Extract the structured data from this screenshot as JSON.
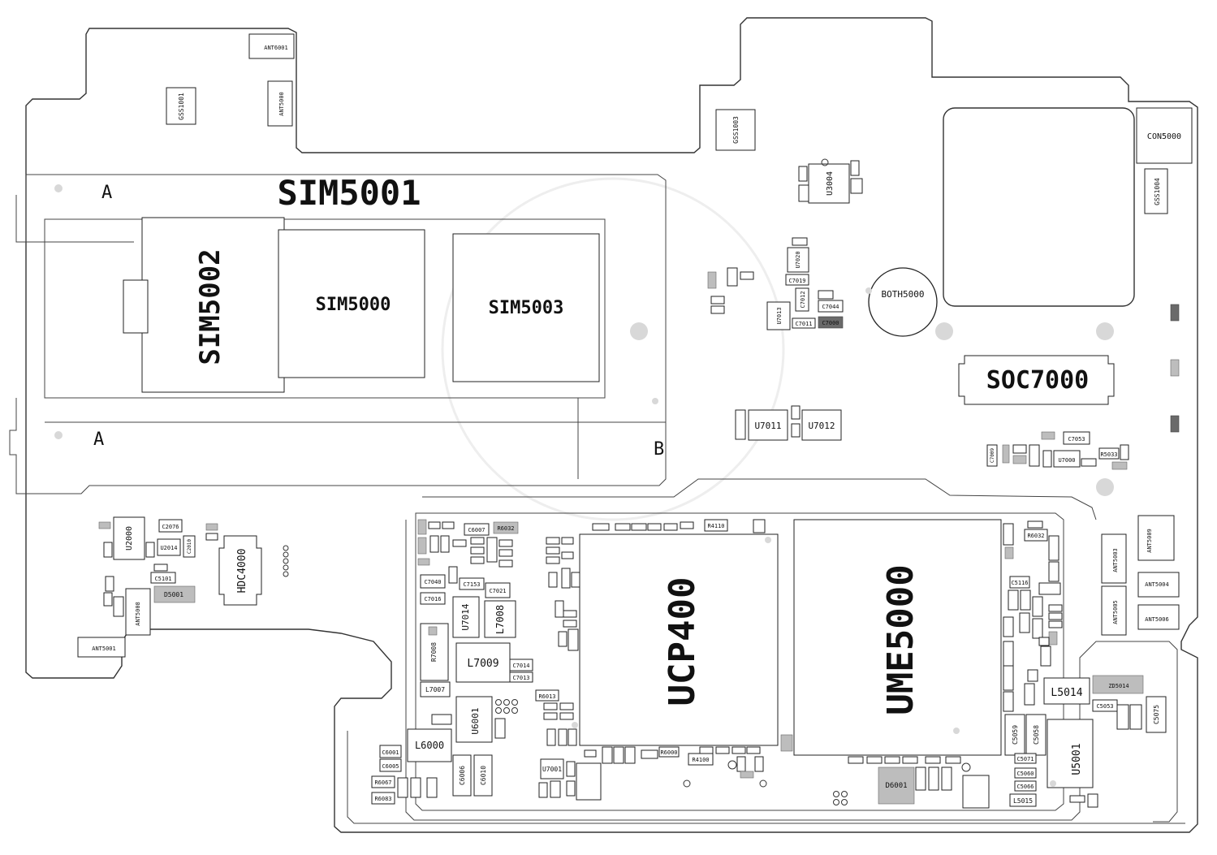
{
  "sim": {
    "main": "SIM5001",
    "sub": [
      "SIM5002",
      "SIM5000",
      "SIM5003"
    ],
    "markers": [
      "A",
      "A",
      "B"
    ]
  },
  "connectors": [
    "SOC7000",
    "CON5000",
    "BOTH5000",
    "HDC4000"
  ],
  "chips": {
    "ucp": "UCP400",
    "ume": "UME5000"
  },
  "antennas": [
    "ANT6001",
    "ANT5000",
    "ANT5001",
    "ANT5003",
    "ANT5004",
    "ANT5005",
    "ANT5006",
    "ANT5008",
    "ANT5009"
  ],
  "gss": [
    "GSS1001",
    "GSS1003",
    "GSS1004"
  ],
  "parts": {
    "U3004": "U3004",
    "U7011": "U7011",
    "U7012": "U7012",
    "U2000": "U2000",
    "U2014": "U2014",
    "D5001": "D5001",
    "C2076": "C2076",
    "C2010": "C2010",
    "C5101": "C5101",
    "U7014": "U7014",
    "L7008": "L7008",
    "L7009": "L7009",
    "L7007": "L7007",
    "R7008": "R7008",
    "C7040": "C7040",
    "C7016": "C7016",
    "C7153": "C7153",
    "C7021": "C7021",
    "C6007": "C6007",
    "C7014": "C7014",
    "C7013": "C7013",
    "U6001": "U6001",
    "L6000": "L6000",
    "C6001": "C6001",
    "C6005": "C6005",
    "C6006": "C6006",
    "C6010": "C6010",
    "R6067": "R6067",
    "R6083": "R6083",
    "R6013": "R6013",
    "R6032": "R6032",
    "U7001": "U7001",
    "R4100": "R4100",
    "R4110": "R4110",
    "R6000": "R6000",
    "D6001": "D6001",
    "L5014": "L5014",
    "ZD5014": "ZD5014",
    "L5015": "L5015",
    "U5001": "U5001",
    "C5053": "C5053",
    "C5075": "C5075",
    "C5059": "C5059",
    "C5058": "C5058",
    "C5071": "C5071",
    "C5060": "C5060",
    "C5066": "C5066",
    "C5116": "C5116",
    "R6032b": "R6032",
    "C7053": "C7053",
    "U7000": "U7000",
    "R5033": "R5033",
    "C7019": "C7019",
    "C7012": "C7012",
    "C7011": "C7011",
    "C7044": "C7044",
    "C7000": "C7000",
    "U7013": "U7013",
    "U7020": "U7020",
    "C7009": "C7009"
  }
}
